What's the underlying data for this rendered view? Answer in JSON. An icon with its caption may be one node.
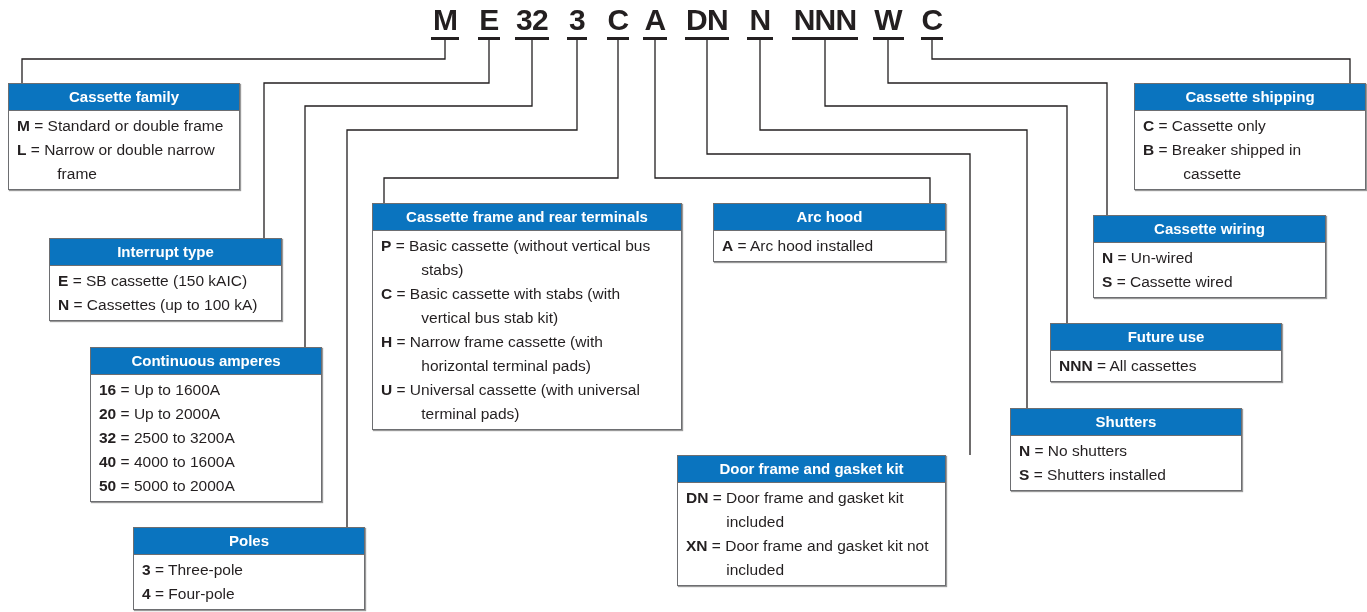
{
  "diagram": {
    "nodes": [
      {
        "text": [
          "M"
        ]
      },
      {
        "text": [
          "E"
        ]
      },
      {
        "text": [
          "32"
        ]
      },
      {
        "text": [
          "3"
        ]
      },
      {
        "text": [
          "C"
        ]
      },
      {
        "text": [
          "A"
        ]
      },
      {
        "text": [
          "DN"
        ]
      },
      {
        "text": [
          "N"
        ]
      },
      {
        "text": [
          "NNN"
        ]
      },
      {
        "text": [
          "W"
        ]
      },
      {
        "text": [
          "C"
        ]
      },
      {
        "text": [
          "Cassette family",
          "**M** = Standard or double frame",
          "**L** = Narrow or double narrow frame"
        ]
      },
      {
        "text": [
          "Interrupt type",
          "**E** = SB cassette (150 kAIC)",
          "**N** = Cassettes (up to 100 kA)"
        ]
      },
      {
        "text": [
          "Continuous amperes",
          "**16** = Up to 1600A",
          "**20** = Up to 2000A",
          "**32** = 2500 to 3200A",
          "**40** = 4000 to 1600A",
          "**50** = 5000 to 2000A"
        ]
      },
      {
        "text": [
          "Poles",
          "**3** = Three-pole",
          "**4** = Four-pole"
        ]
      },
      {
        "text": [
          "Cassette frame and rear terminals",
          "**P** = Basic cassette (without vertical bus stabs)",
          "**C** = Basic cassette with stabs (with vertical bus stab kit)",
          "**H** = Narrow frame cassette (with horizontal terminal pads)",
          "**U** = Universal cassette (with universal terminal pads)"
        ]
      },
      {
        "text": [
          "Arc hood",
          "**A** = Arc hood installed"
        ]
      },
      {
        "text": [
          "Door frame and gasket kit",
          "**DN** = Door frame and gasket kit included",
          "**XN** = Door frame and gasket kit not included"
        ]
      },
      {
        "text": [
          "Shutters",
          "**N** = No shutters",
          "**S** = Shutters installed"
        ]
      },
      {
        "text": [
          "Future use",
          "**NNN** = All cassettes"
        ]
      },
      {
        "text": [
          "Cassette wiring",
          "**N** = Un-wired",
          "**S** = Cassette wired"
        ]
      },
      {
        "text": [
          "Cassette shipping",
          "**C** = Cassette only",
          "**B** = Breaker shipped in cassette"
        ]
      }
    ],
    "edges": [
      {
        "from": 0,
        "to": 11,
        "arrow": "none"
      },
      {
        "from": 1,
        "to": 12,
        "arrow": "none"
      },
      {
        "from": 2,
        "to": 13,
        "arrow": "none"
      },
      {
        "from": 3,
        "to": 14,
        "arrow": "none"
      },
      {
        "from": 4,
        "to": 15,
        "arrow": "none"
      },
      {
        "from": 5,
        "to": 16,
        "arrow": "none"
      },
      {
        "from": 6,
        "to": 17,
        "arrow": "none"
      },
      {
        "from": 7,
        "to": 18,
        "arrow": "none"
      },
      {
        "from": 8,
        "to": 19,
        "arrow": "none"
      },
      {
        "from": 9,
        "to": 20,
        "arrow": "none"
      },
      {
        "from": 10,
        "to": 21,
        "arrow": "none"
      }
    ]
  }
}
